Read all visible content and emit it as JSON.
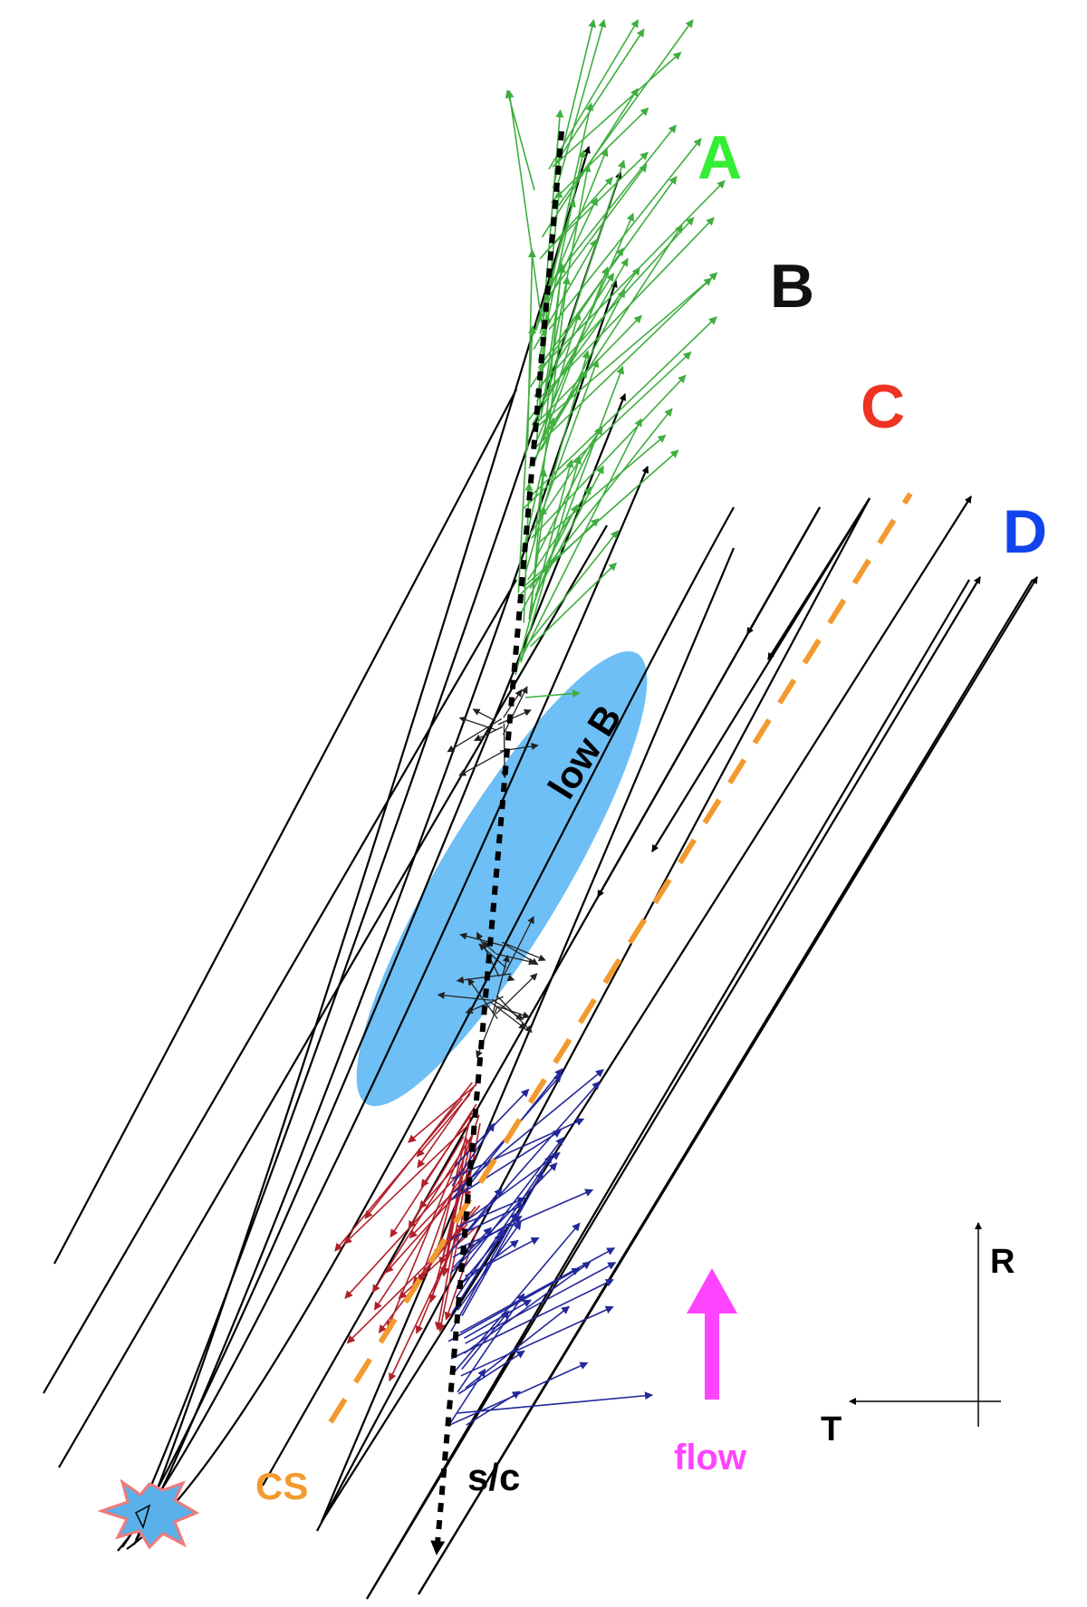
{
  "region_labels": [
    {
      "id": "A",
      "text": "A",
      "color": "#33ee33"
    },
    {
      "id": "B",
      "text": "B",
      "color": "#111111"
    },
    {
      "id": "C",
      "text": "C",
      "color": "#ee3322"
    },
    {
      "id": "D",
      "text": "D",
      "color": "#1144ee"
    }
  ],
  "low_b": {
    "text": "low B",
    "fill": "#6ebff5"
  },
  "current_sheet": {
    "text": "CS",
    "color": "#f39a2f"
  },
  "spacecraft": {
    "text": "s/c"
  },
  "flow": {
    "text": "flow",
    "color": "#ff44ff"
  },
  "axes": {
    "radial": "R",
    "tangential": "T"
  },
  "colors": {
    "field_lines": "#000000",
    "green_vectors": "#3fae3f",
    "black_vectors": "#222222",
    "red_vectors": "#b0202a",
    "blue_vectors": "#22279a",
    "star_fill": "#5ab0e8",
    "star_stroke": "#f07a7a"
  }
}
